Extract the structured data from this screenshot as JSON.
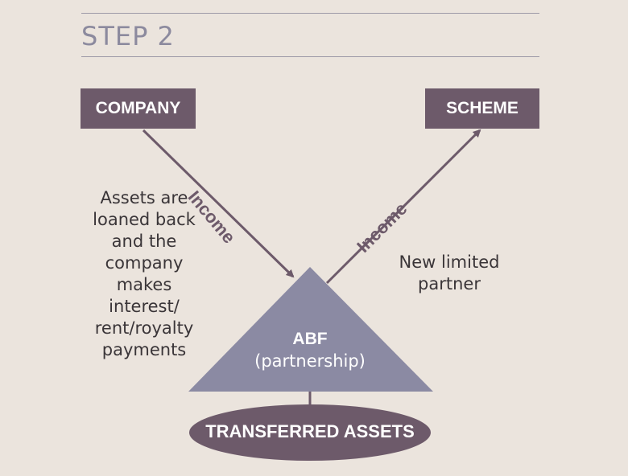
{
  "step": {
    "title": "STEP 2"
  },
  "nodes": {
    "company": "COMPANY",
    "scheme": "SCHEME",
    "abf_title": "ABF",
    "abf_subtitle": "(partnership)",
    "transferred_assets": "TRANSFERRED ASSETS"
  },
  "edges": {
    "company_to_abf": "Income",
    "abf_to_scheme": "Income"
  },
  "notes": {
    "left": "Assets are\nloaned back\nand the\ncompany\nmakes\ninterest/\nrent/royalty\npayments",
    "right": "New limited\npartner"
  },
  "colors": {
    "background": "#ebe4dd",
    "box": "#6d5a6a",
    "triangle": "#8b8aa3",
    "arrow": "#6d5a6a",
    "title": "#8c8a9e",
    "rule": "#9e9aa8"
  }
}
